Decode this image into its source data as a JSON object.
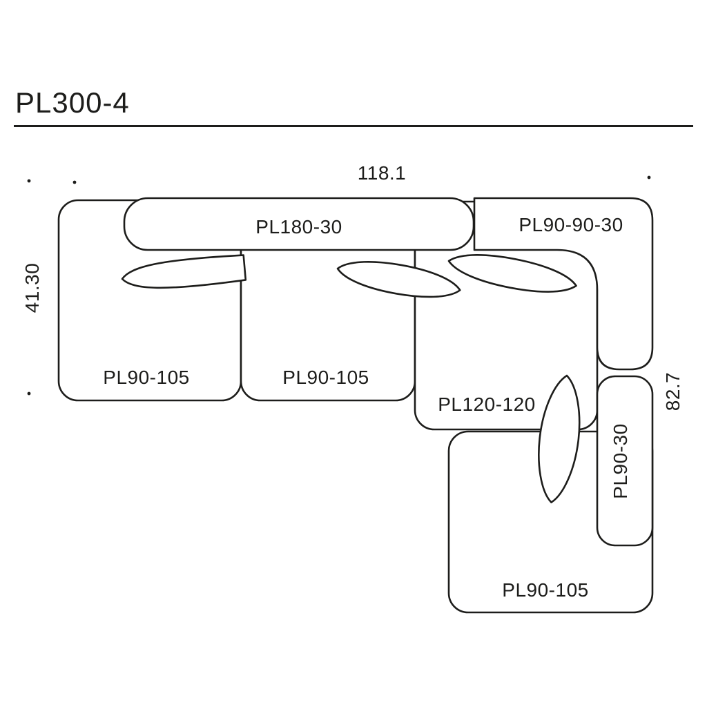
{
  "title": "PL300-4",
  "dimensions": {
    "width_top": "118.1",
    "depth_left": "41.30",
    "depth_right": "82.7"
  },
  "modules": {
    "back_rail": "PL180-30",
    "corner_back": "PL90-90-30",
    "seat_left": "PL90-105",
    "seat_middle": "PL90-105",
    "corner_seat": "PL120-120",
    "side_rail": "PL90-30",
    "seat_bottom": "PL90-105"
  },
  "colors": {
    "line": "#1d1d1b",
    "background": "#ffffff"
  }
}
